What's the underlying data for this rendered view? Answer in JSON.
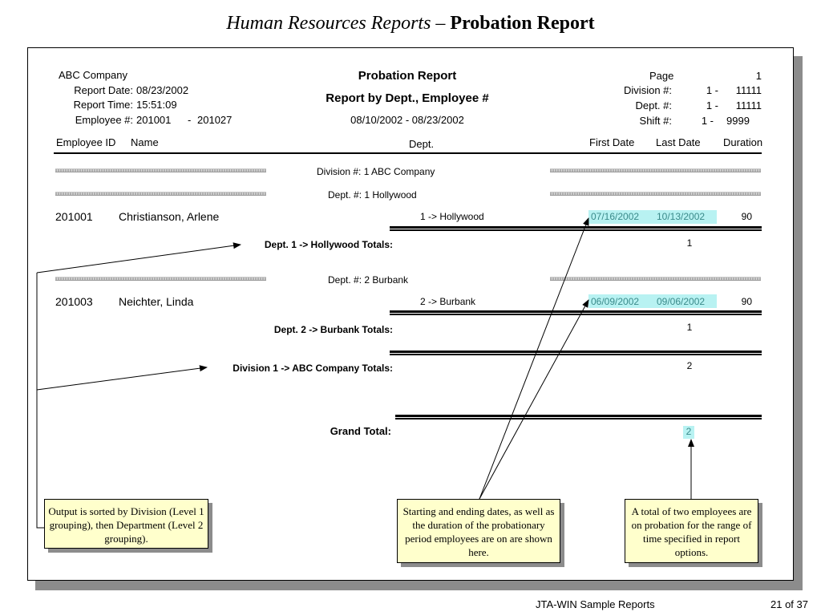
{
  "slide": {
    "title_italic": "Human Resources Reports – ",
    "title_bold": "Probation Report",
    "footer_center": "JTA-WIN Sample Reports",
    "footer_right": "21 of 37"
  },
  "header": {
    "company": "ABC Company",
    "report_date_label": "Report Date:",
    "report_date": "08/23/2002",
    "report_time_label": "Report Time:",
    "report_time": "15:51:09",
    "employee_label": "Employee #:",
    "employee_from": "201001",
    "employee_dash": "-",
    "employee_to": "201027",
    "title": "Probation Report",
    "subtitle": "Report by Dept., Employee #",
    "date_range": "08/10/2002 - 08/23/2002",
    "page_label": "Page",
    "page_value": "1",
    "division_label": "Division #:",
    "division_from": "1 -",
    "division_to": "11111",
    "dept_label": "Dept. #:",
    "dept_from": "1 -",
    "dept_to": "11111",
    "shift_label": "Shift #:",
    "shift_from": "1 -",
    "shift_to": "9999"
  },
  "columns": {
    "employee_id": "Employee ID",
    "name": "Name",
    "dept": "Dept.",
    "first_date": "First Date",
    "last_date": "Last Date",
    "duration": "Duration"
  },
  "groups": {
    "division_heading": "Division #:  1  ABC Company",
    "dept1_heading": "Dept. #:  1  Hollywood",
    "dept2_heading": "Dept. #:  2  Burbank"
  },
  "rows": [
    {
      "id": "201001",
      "name": "Christianson, Arlene",
      "dept": "1 -> Hollywood",
      "first_date": "07/16/2002",
      "last_date": "10/13/2002",
      "duration": "90"
    },
    {
      "id": "201003",
      "name": "Neichter, Linda",
      "dept": "2 -> Burbank",
      "first_date": "06/09/2002",
      "last_date": "09/06/2002",
      "duration": "90"
    }
  ],
  "totals": {
    "dept1_label": "Dept. 1 -> Hollywood Totals:",
    "dept1_value": "1",
    "dept2_label": "Dept. 2 -> Burbank Totals:",
    "dept2_value": "1",
    "division_label": "Division 1 -> ABC Company Totals:",
    "division_value": "2",
    "grand_label": "Grand Total:",
    "grand_value": "2"
  },
  "notes": {
    "sorting": "Output is sorted by Division (Level 1 grouping), then Department (Level 2 grouping).",
    "dates": "Starting and ending dates, as well as the duration of the probationary period employees are on are shown here.",
    "total": "A total of two employees are on probation for the range of time specified in report options."
  },
  "colors": {
    "highlight": "#b8f2f2",
    "note_background": "#ffffcc",
    "shadow": "#8c8c8c"
  }
}
